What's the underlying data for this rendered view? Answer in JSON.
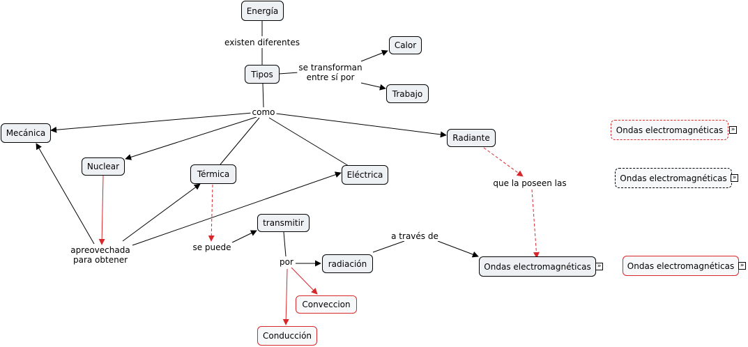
{
  "colors": {
    "link": "#000000",
    "red": "#d8262b",
    "node_fill": "#eef1f3"
  },
  "concepts": {
    "energia": "Energía",
    "tipos": "Tipos",
    "calor": "Calor",
    "trabajo": "Trabajo",
    "mecanica": "Mecánica",
    "nuclear": "Nuclear",
    "termica": "Térmica",
    "electrica": "Eléctrica",
    "radiante": "Radiante",
    "transmitir": "transmitir",
    "radiacion": "radiación",
    "conveccion": "Conveccion",
    "conduccion": "Conducción",
    "ondas_main": "Ondas electromagnéticas",
    "ondas_side_1": "Ondas electromagnéticas",
    "ondas_side_2": "Ondas electromagnéticas",
    "ondas_side_3": "Ondas electromagnéticas"
  },
  "linking_phrases": {
    "existen": "existen diferentes",
    "transforman_1": "se transforman",
    "transforman_2": "entre sí por",
    "como": "como",
    "poseen": "que la poseen las",
    "aprovechada_1": "apreovechada",
    "aprovechada_2": "para obtener",
    "se_puede": "se puede",
    "por": "por",
    "a_traves": "a través de"
  },
  "expand_icon": "»"
}
